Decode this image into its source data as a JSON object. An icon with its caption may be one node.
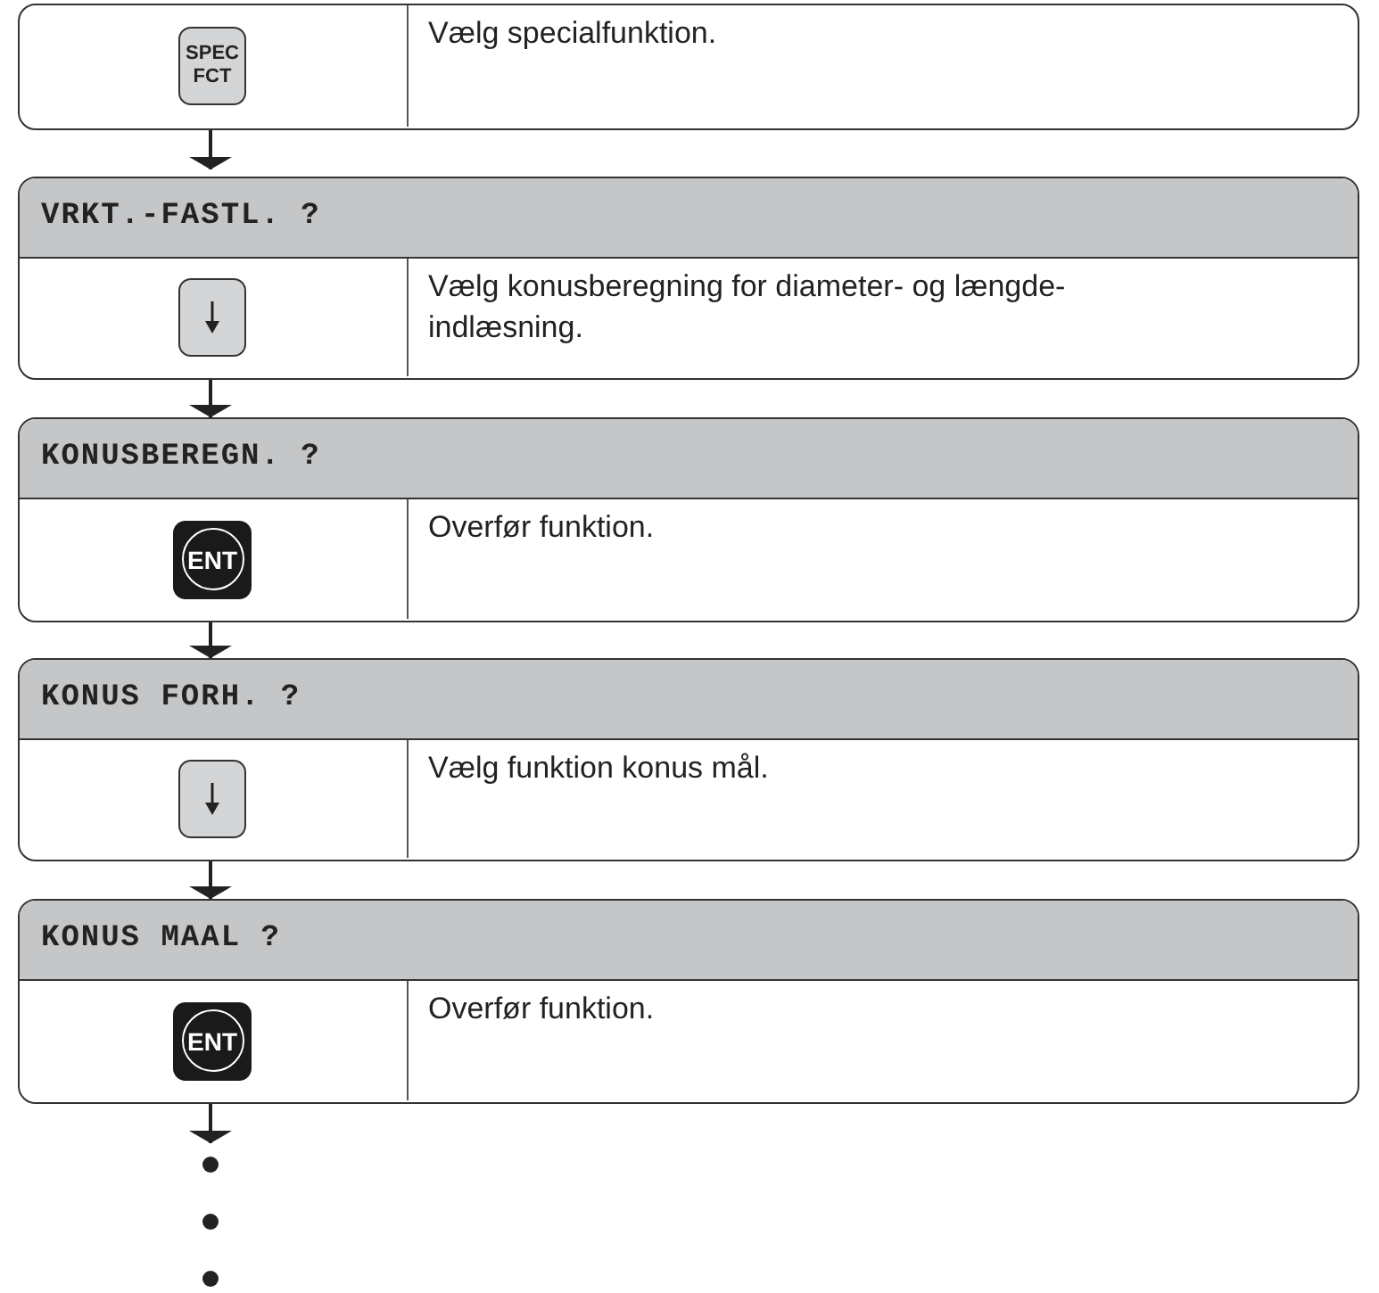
{
  "diagram": {
    "nodes": [
      {
        "text": [
          "Vælg specialfunktion."
        ]
      },
      {
        "text": [
          "SPEC FCT"
        ],
        "in": 0
      },
      {
        "text": [
          "VRKT.-FASTL. ?",
          "Vælg konusberegning for diameter- og længde-indlæsning."
        ]
      },
      {
        "text": [],
        "shape": "box",
        "in": 2
      },
      {
        "text": [
          "KONUSBEREGN. ?",
          "Overfør funktion."
        ]
      },
      {
        "text": [
          "ENT"
        ],
        "in": 4
      },
      {
        "text": [
          "KONUS FORH. ?",
          "Vælg funktion konus mål."
        ]
      },
      {
        "text": [],
        "shape": "box",
        "in": 6
      },
      {
        "text": [
          "KONUS MAAL ?",
          "Overfør funktion."
        ]
      },
      {
        "text": [
          "ENT"
        ],
        "in": 8
      }
    ],
    "edges": [
      {
        "from": 0,
        "to": 2,
        "arrow": "to"
      },
      {
        "from": 2,
        "to": 4,
        "arrow": "to"
      },
      {
        "from": 4,
        "to": 6,
        "arrow": "to"
      },
      {
        "from": 6,
        "to": 8,
        "arrow": "to"
      },
      {
        "from": 8,
        "to": null,
        "arrow": "to"
      }
    ]
  }
}
